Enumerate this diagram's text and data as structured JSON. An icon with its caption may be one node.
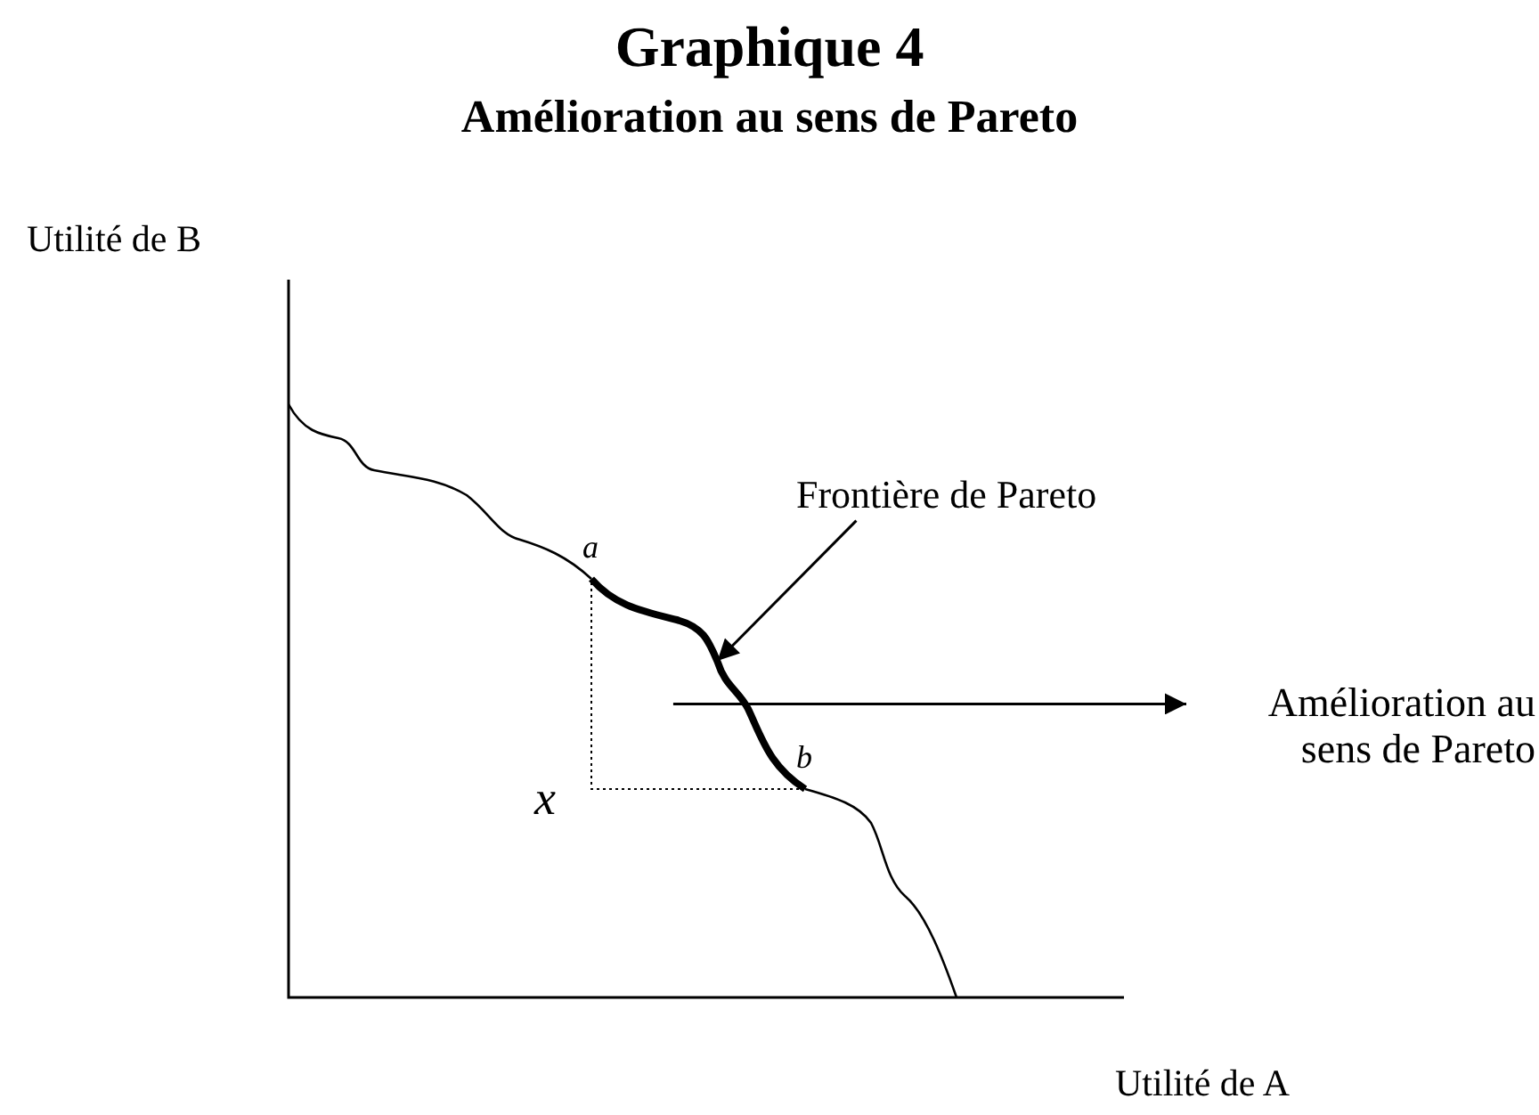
{
  "diagram": {
    "title": "Graphique 4",
    "nodes": [
      {
        "text": [
          "Frontière de Pareto"
        ]
      },
      {
        "text": [],
        "shape": "curve"
      },
      {
        "text": [
          "Amélioration au sens de Pareto"
        ]
      }
    ],
    "edges": [
      {
        "from": 0,
        "to": 1,
        "arrow": "to"
      },
      {
        "from": 1,
        "to": 2,
        "arrow": "to"
      }
    ],
    "labels": [
      "Amélioration au sens de Pareto",
      "Utilité de B",
      "a",
      "b",
      "x",
      "Utilité de A"
    ]
  }
}
